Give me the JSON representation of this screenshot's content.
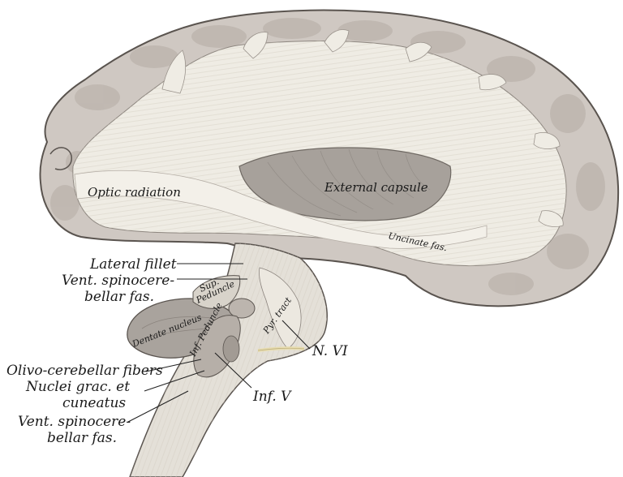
{
  "colors": {
    "background": "#ffffff",
    "cortex_gray": "#cfc8c2",
    "cortex_dark": "#b9b1aa",
    "white_matter": "#efece4",
    "capsule_gray": "#a7a19b",
    "outline": "#5a544f",
    "nerve": "#e7dcb0"
  },
  "inner_labels": {
    "optic_radiation": "Optic radiation",
    "external_capsule": "External capsule",
    "uncinate_fas": "Uncinate fas.",
    "dentate_nucleus": "Dentate nucleus",
    "sup_peduncle_1": "Sup.",
    "sup_peduncle_2": "Peduncle",
    "inf_peduncle": "Inf. Peduncle",
    "pyr_tract": "Pyr. tract"
  },
  "outer_labels": {
    "lateral_fillet": "Lateral fillet",
    "vent_spino_1a": "Vent. spinocere-",
    "vent_spino_1b": "bellar fas.",
    "n_vi": "N. VI",
    "olivo_cerebellar": "Olivo-cerebellar fibers",
    "nuclei_1": "Nuclei grac. et",
    "nuclei_2": "cuneatus",
    "inf_v": "Inf. V",
    "vent_spino_2a": "Vent. spinocere-",
    "vent_spino_2b": "bellar fas."
  }
}
